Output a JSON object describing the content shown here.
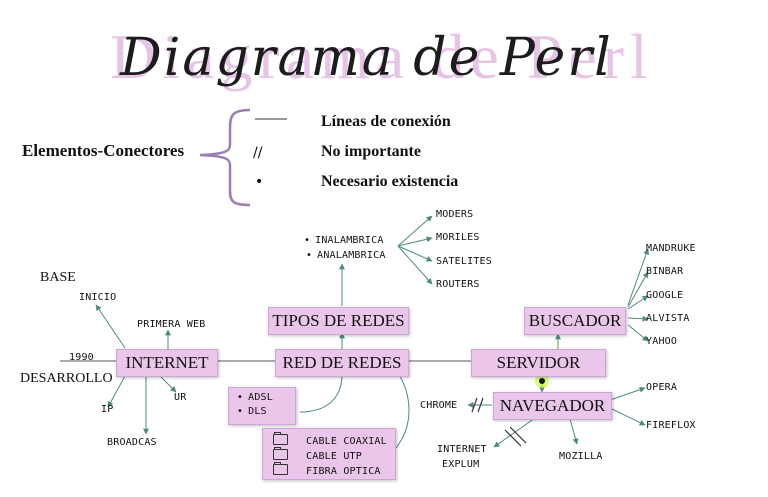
{
  "title": "Diagrama de Perl",
  "legend": {
    "key": "Elementos-Conectores",
    "items": [
      {
        "symbol": "line",
        "label": "Líneas de conexión"
      },
      {
        "symbol": "//",
        "label": "No importante"
      },
      {
        "symbol": "•",
        "label": "Necesario existencia"
      }
    ]
  },
  "nodes": {
    "internet": "INTERNET",
    "red_de_redes": "RED DE REDES",
    "tipos_de_redes": "TIPOS DE REDES",
    "servidor": "SERVIDOR",
    "buscador": "BUSCADOR",
    "navegador": "NAVEGADOR"
  },
  "internet_labels": {
    "base": "BASE",
    "inicio": "INICIO",
    "primera_web": "PRIMERA WEB",
    "year": "1990",
    "desarrollo": "DESARROLLO",
    "ip": "IP",
    "ur": "UR",
    "broadcas": "BROADCAS"
  },
  "tipos": [
    "INALAMBRICA",
    "ANALAMBRICA"
  ],
  "tipos_children": [
    "MODERS",
    "MORILES",
    "SATELITES",
    "ROUTERS"
  ],
  "red_types": [
    "ADSL",
    "DLS"
  ],
  "cables": [
    "CABLE COAXIAL",
    "CABLE UTP",
    "FIBRA OPTICA"
  ],
  "buscadores": [
    "MANDRUKE",
    "BINBAR",
    "GOOGLE",
    "ALVISTA",
    "YAHOO"
  ],
  "navegadores": {
    "chrome": "CHROME",
    "internet_1": "INTERNET",
    "internet_2": "EXPLUM",
    "mozilla": "MOZILLA",
    "opera": "OPERA",
    "fireflox": "FIREFLOX"
  },
  "colors": {
    "node_fill": "#e9c6ea",
    "brace": "#9b7fb0",
    "arrow": "#4e8a80",
    "dot_glow": "#c8ff3a",
    "title_bg": "#e6c4e6"
  }
}
